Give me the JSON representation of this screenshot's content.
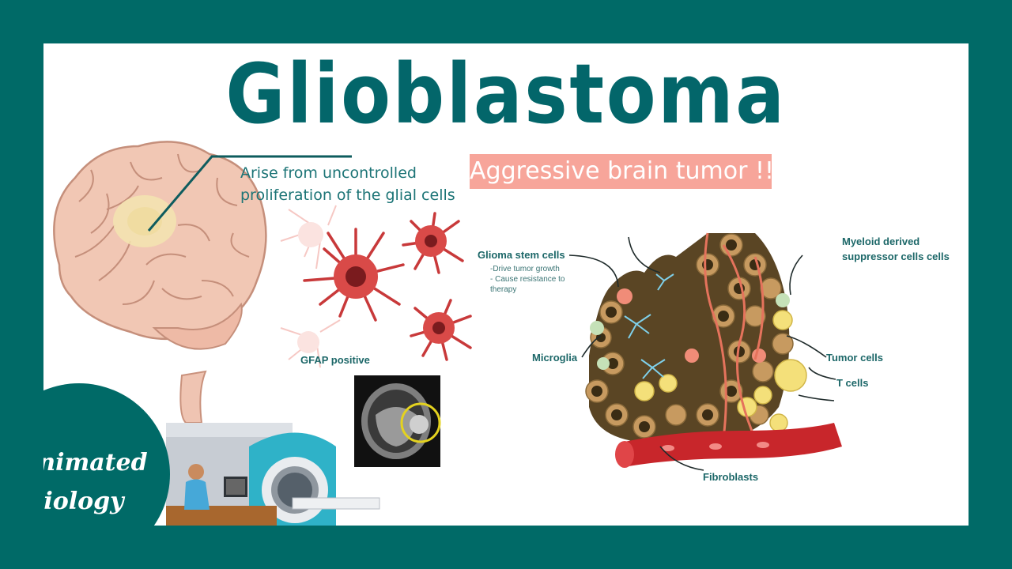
{
  "title": "Glioblastoma",
  "banner": "Aggressive brain tumor !!",
  "description": {
    "line1": "Arise from uncontrolled",
    "line2": "proliferation of the glial cells"
  },
  "gfap_label": "GFAP positive",
  "tme_labels": {
    "glioma_stem": "Glioma stem cells",
    "glioma_note1": "-Drive tumor growth",
    "glioma_note2": "- Cause resistance to",
    "glioma_note3": "therapy",
    "myeloid1": "Myeloid derived",
    "myeloid2": "suppressor cells cells",
    "microglia": "Microglia",
    "tumor_cells": "Tumor cells",
    "t_cells": "T cells",
    "fibroblasts": "Fibroblasts"
  },
  "logo": {
    "line1": "Animated",
    "line2": "Biology"
  },
  "colors": {
    "frame": "#006a67",
    "title": "#03666a",
    "banner": "#f7a59a"
  }
}
